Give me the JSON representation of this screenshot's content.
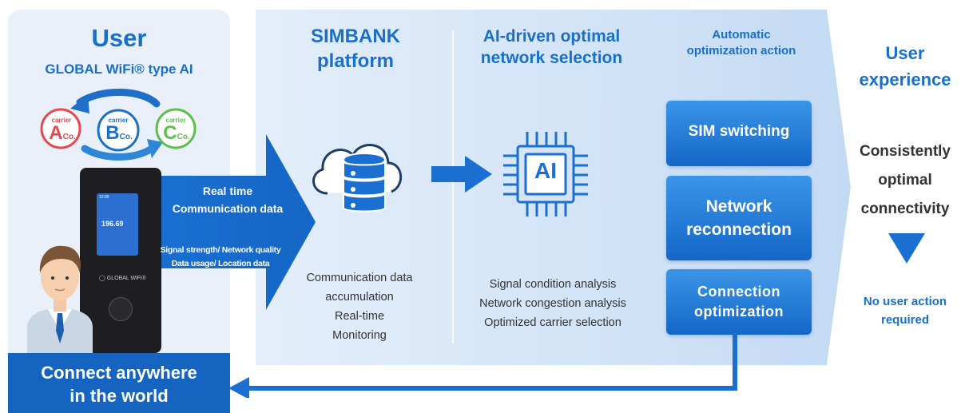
{
  "user": {
    "title": "User",
    "subtitle": "GLOBAL WiFi® type AI",
    "carriers": [
      {
        "top": "carrier",
        "letter": "A",
        "suffix": "Co.",
        "color": "#e8474c"
      },
      {
        "top": "carrier",
        "letter": "B",
        "suffix": "Co.",
        "color": "#1a6fc9"
      },
      {
        "top": "carrier",
        "letter": "C",
        "suffix": "Co.",
        "color": "#5cbf4a"
      }
    ],
    "device": {
      "time": "12:05",
      "reading": "196.69",
      "brand": "GLOBAL WiFi®"
    },
    "connect_label": [
      "Connect anywhere",
      "in the world"
    ]
  },
  "arrow": {
    "line1": "Real time",
    "line2": "Communication data",
    "detail1": "Signal strength/ Network quality",
    "detail2": "Data usage/ Location data"
  },
  "simbank": {
    "title": [
      "SIMBANK",
      "platform"
    ],
    "icon": "cloud-database-icon",
    "description": [
      "Communication data",
      "accumulation",
      "Real-time",
      "Monitoring"
    ]
  },
  "ai_selection": {
    "title": [
      "AI-driven optimal",
      "network selection"
    ],
    "icon": "ai-chip-icon",
    "chip_label": "AI",
    "description": [
      "Signal condition analysis",
      "Network congestion analysis",
      "Optimized carrier selection"
    ]
  },
  "actions": {
    "title": [
      "Automatic",
      "optimization action"
    ],
    "items": [
      {
        "label": [
          "SIM switching"
        ]
      },
      {
        "label": [
          "Network",
          "reconnection"
        ]
      },
      {
        "label": [
          "Connection",
          "optimization"
        ]
      }
    ]
  },
  "user_experience": {
    "title": [
      "User",
      "experience"
    ],
    "result": [
      "Consistently",
      "optimal",
      "connectivity"
    ],
    "note": [
      "No user action",
      "required"
    ]
  },
  "colors": {
    "brand_blue": "#1a6fc9",
    "deep_blue": "#1565c0",
    "panel_light": "#e9f0fa"
  }
}
